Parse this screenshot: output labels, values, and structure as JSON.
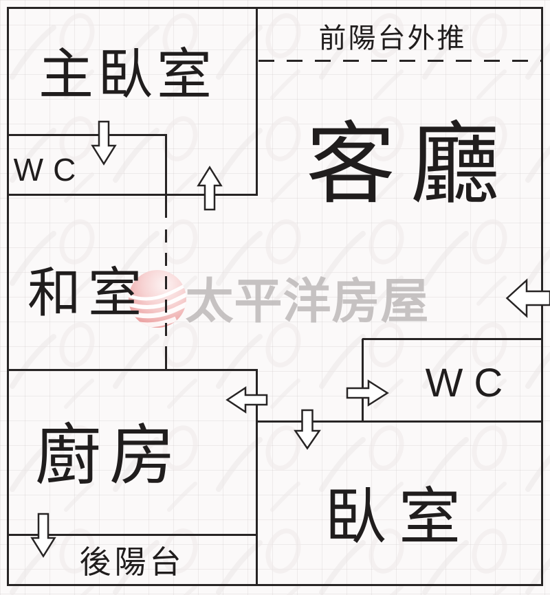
{
  "floorplan": {
    "labels": {
      "master_bedroom": "主臥室",
      "wc_top": "WC",
      "living_room": "客廳",
      "front_balcony": "前陽台外推",
      "tatami_room": "和室",
      "wc_bottom": "WC",
      "kitchen": "廚房",
      "bedroom": "臥室",
      "back_balcony": "後陽台"
    },
    "watermark": {
      "brand": "太平洋房屋"
    },
    "door_arrows": [
      "master-bedroom-to-wc-down",
      "tatami-to-master-bedroom-up",
      "entrance-left",
      "hall-to-wc-right",
      "hall-to-kitchen-left",
      "hall-to-bedroom-down",
      "kitchen-to-back-balcony-down"
    ],
    "colors": {
      "wall": "#272424",
      "label_text": "#201d1d",
      "arrow_fill": "#ffffff",
      "watermark_text": "#bdb9b9",
      "logo_pink_light": "#fdeded",
      "logo_pink_deep": "#e89595",
      "background": "#fbf9f9",
      "grid_line": "#e8e3e3"
    }
  }
}
